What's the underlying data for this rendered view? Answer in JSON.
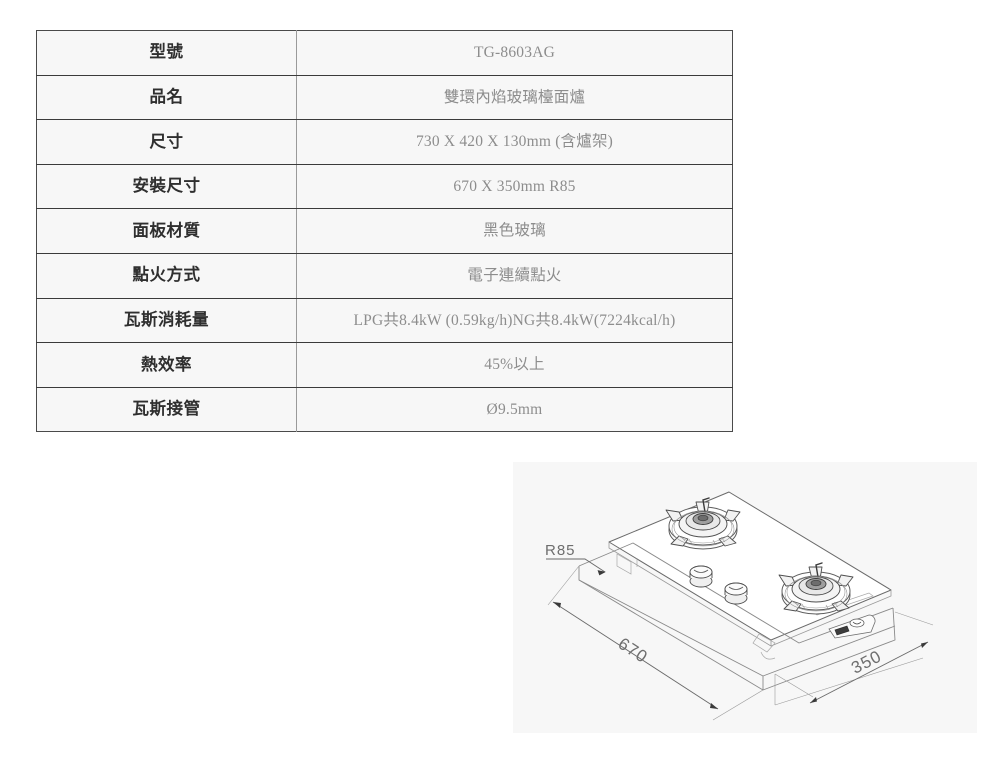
{
  "spec_table": {
    "rows": [
      {
        "label": "型號",
        "value": "TG-8603AG"
      },
      {
        "label": "品名",
        "value": "雙環內焰玻璃檯面爐"
      },
      {
        "label": "尺寸",
        "value": "730 X 420 X 130mm (含爐架)"
      },
      {
        "label": "安裝尺寸",
        "value": "670 X 350mm R85"
      },
      {
        "label": "面板材質",
        "value": "黑色玻璃"
      },
      {
        "label": "點火方式",
        "value": "電子連續點火"
      },
      {
        "label": "瓦斯消耗量",
        "value": "LPG共8.4kW (0.59kg/h)NG共8.4kW(7224kcal/h)"
      },
      {
        "label": "熱效率",
        "value": "45%以上"
      },
      {
        "label": "瓦斯接管",
        "value": "Ø9.5mm"
      }
    ]
  },
  "diagram": {
    "title": "gas-cooktop-technical-drawing",
    "dimensions": {
      "corner_radius": "R85",
      "width": "670",
      "depth": "350"
    },
    "colors": {
      "panel_background": "#f7f7f7",
      "line": "#5a5a5a",
      "label_text": "#6e6e6e"
    },
    "parts": {
      "burner_left": "burner-left",
      "burner_right": "burner-right",
      "knob_rear": "control-knob-rear",
      "knob_front": "control-knob-front",
      "ignition_switch": "ignition-switch"
    }
  }
}
